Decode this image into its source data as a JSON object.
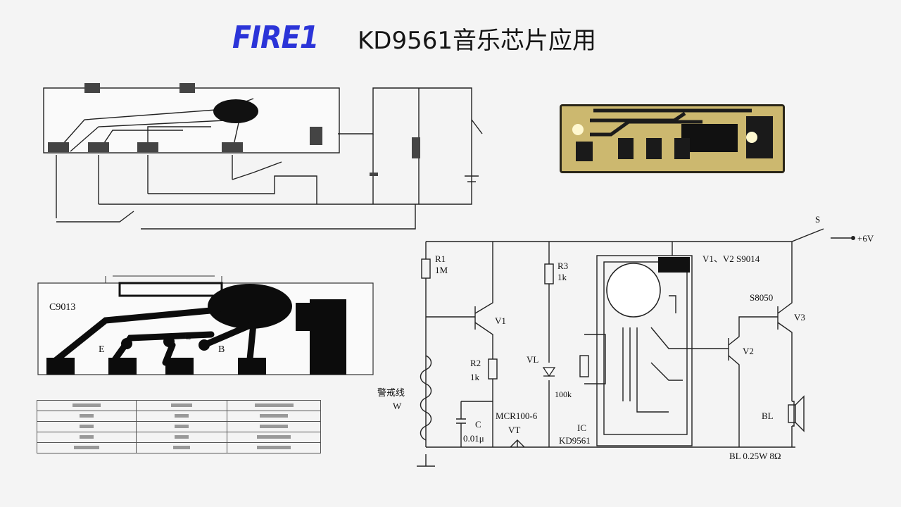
{
  "title": {
    "logo": "FIRE1",
    "text": "KD9561音乐芯片应用"
  },
  "schematic_right": {
    "switch": "S",
    "supply": "+6V",
    "transistor_note": "V1、V2 S9014",
    "r1": "R1",
    "r1_value": "1M",
    "r3": "R3",
    "r3_value": "1k",
    "v1": "V1",
    "v2": "V2",
    "v3": "V3",
    "v3_type": "S8050",
    "r2": "R2",
    "r2_value": "1k",
    "vl": "VL",
    "r4_value": "100k",
    "wire_label": "警戒线",
    "wire_symbol": "W",
    "c": "C",
    "c_value": "0.01μ",
    "scr_type": "MCR100-6",
    "vt": "VT",
    "ic": "IC",
    "ic_type": "KD9561",
    "bl": "BL",
    "bl_spec": "BL 0.25W 8Ω"
  },
  "pcb_left": {
    "transistor": "C9013",
    "pin_e": "E",
    "pin_c": "C",
    "pin_b": "B"
  }
}
